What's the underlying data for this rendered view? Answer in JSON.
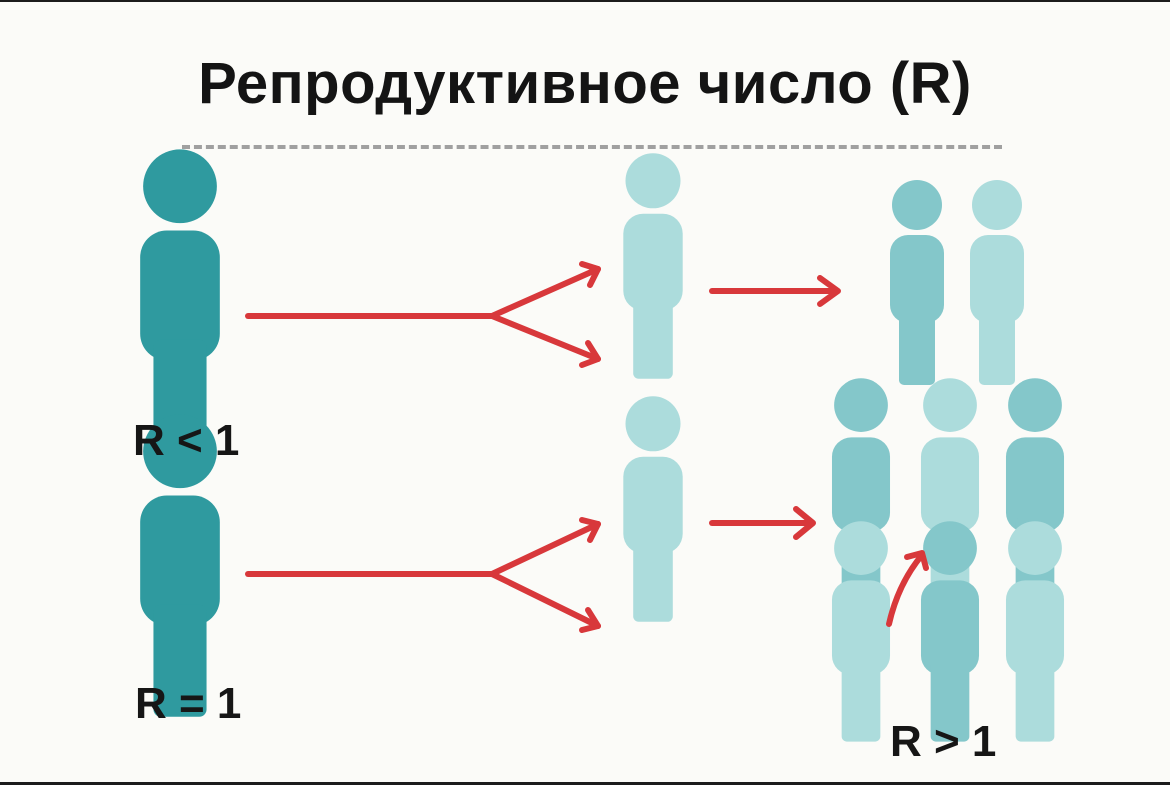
{
  "title": "Репродуктивное число (R)",
  "labels": {
    "r_less": "R < 1",
    "r_equal": "R = 1",
    "r_greater": "R > 1"
  },
  "colors": {
    "background": "#fbfbf8",
    "dark_teal": "#2f9a9f",
    "mid_teal": "#84c7ca",
    "light_teal": "#acdcdc",
    "arrow_red": "#d8383b",
    "rule_gray": "#a0a0a0"
  },
  "icons": {
    "person": "person-icon",
    "arrow": "arrow-icon",
    "split_arrow": "split-arrow-icon"
  }
}
